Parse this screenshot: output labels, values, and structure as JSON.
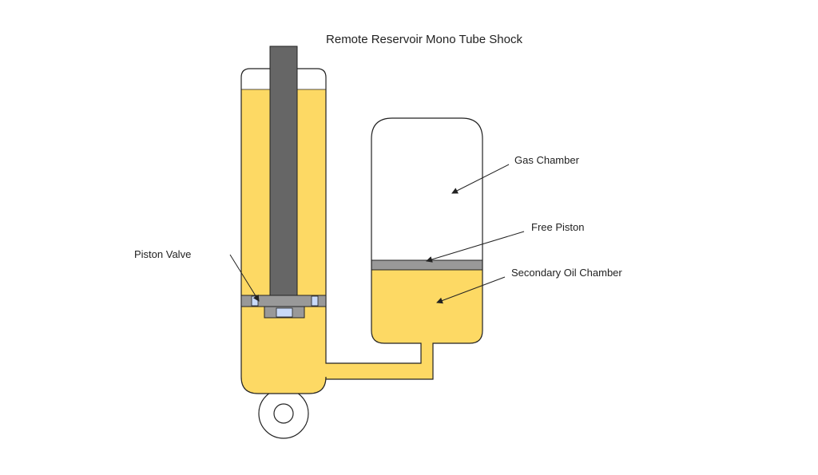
{
  "title": "Remote Reservoir Mono Tube Shock",
  "labels": {
    "piston_valve": "Piston Valve",
    "gas_chamber": "Gas Chamber",
    "free_piston": "Free Piston",
    "secondary_oil_chamber": "Secondary Oil Chamber"
  },
  "colors": {
    "oil": "#FDD964",
    "rod": "#666666",
    "outline": "#222222",
    "piston": "#999999",
    "valve_port": "#C9DAF8",
    "background": "#FFFFFF"
  }
}
